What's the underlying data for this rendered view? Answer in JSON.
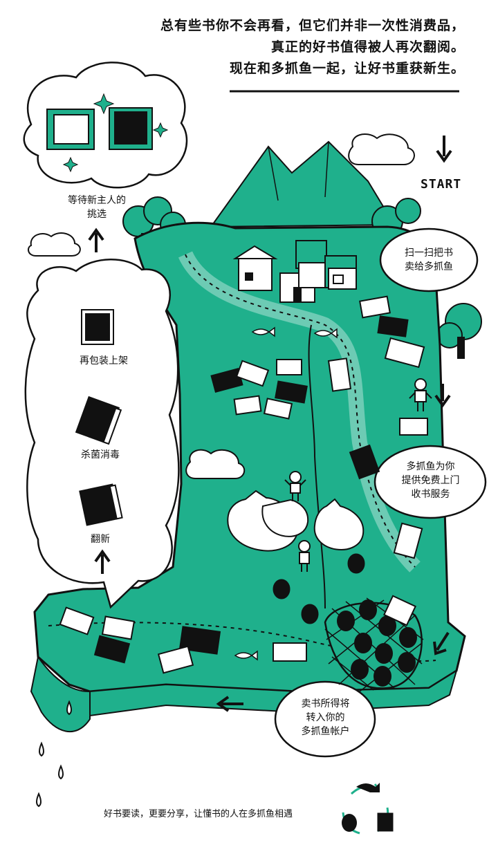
{
  "intro": {
    "line1": "总有些书你不会再看，但它们并非一次性消费品，",
    "line2": "真正的好书值得被人再次翻阅。",
    "line3": "现在和多抓鱼一起，让好书重获新生。"
  },
  "start_label": "START",
  "steps": {
    "scan": {
      "line1": "扫一扫把书",
      "line2": "卖给多抓鱼"
    },
    "pickup": {
      "line1": "多抓鱼为你",
      "line2": "提供免费上门",
      "line3": "收书服务"
    },
    "payout": {
      "line1": "卖书所得将",
      "line2": "转入你的",
      "line3": "多抓鱼帐户"
    },
    "refurbish": "翻新",
    "sterilize": "杀菌消毒",
    "repack": "再包装上架",
    "await": {
      "line1": "等待新主人的",
      "line2": "挑选"
    }
  },
  "footer": "好书要读，更要分享，让懂书的人在多抓鱼相遇",
  "colors": {
    "teal": "#1fb08c",
    "ink": "#111111",
    "paper": "#ffffff"
  },
  "icons": [
    "down-arrow-icon",
    "up-arrow-icon",
    "left-arrow-icon",
    "book-icon",
    "coin-icon",
    "fish-icon",
    "cycle-icon"
  ]
}
